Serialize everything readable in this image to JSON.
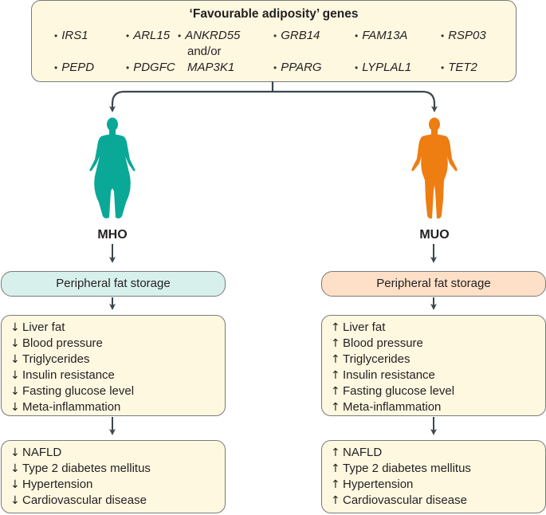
{
  "genes": {
    "title": "‘Favourable adiposity’ genes",
    "bullet": "•",
    "row1": [
      "IRS1",
      "ARL15",
      "ANKRD55",
      "GRB14",
      "FAM13A",
      "RSP03"
    ],
    "connector_text": "and/or",
    "row2": [
      "PEPD",
      "PDGFC",
      "MAP3K1",
      "PPARG",
      "LYPLAL1",
      "TET2"
    ]
  },
  "colors": {
    "mho_figure": "#0aa896",
    "muo_figure": "#ee7d12",
    "gene_box_bg": "#fef8e1",
    "mho_storage_bg": "#d7f0ec",
    "muo_storage_bg": "#fde0c7",
    "arrow": "#3c474e"
  },
  "left": {
    "label": "MHO",
    "figure_icon": "female-body-silhouette-icon",
    "storage": "Peripheral fat storage",
    "direction_symbol": "↓",
    "effects": [
      "Liver fat",
      "Blood pressure",
      "Triglycerides",
      "Insulin resistance",
      "Fasting glucose level",
      "Meta-inflammation"
    ],
    "outcomes": [
      "NAFLD",
      "Type 2 diabetes mellitus",
      "Hypertension",
      "Cardiovascular disease"
    ]
  },
  "right": {
    "label": "MUO",
    "figure_icon": "male-body-silhouette-icon",
    "storage": "Peripheral fat storage",
    "direction_symbol": "↑",
    "effects": [
      "Liver fat",
      "Blood pressure",
      "Triglycerides",
      "Insulin resistance",
      "Fasting glucose level",
      "Meta-inflammation"
    ],
    "outcomes": [
      "NAFLD",
      "Type 2 diabetes mellitus",
      "Hypertension",
      "Cardiovascular disease"
    ]
  }
}
